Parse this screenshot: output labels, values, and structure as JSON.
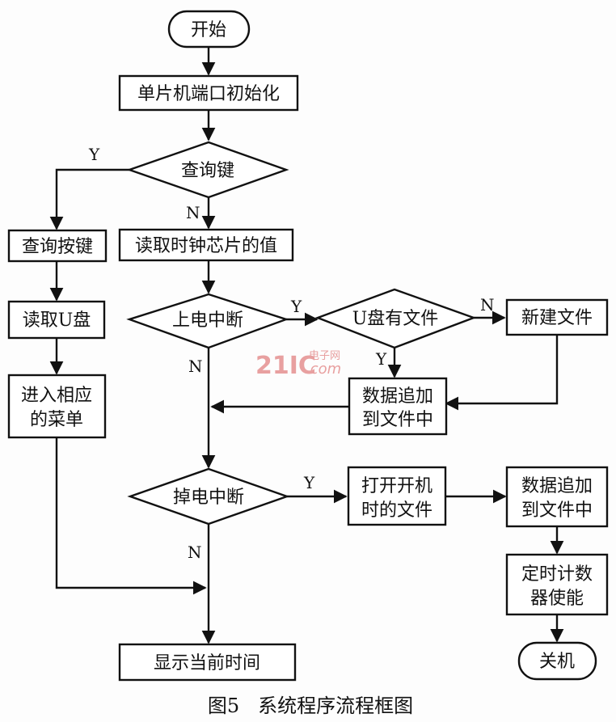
{
  "nodes": {
    "start": "开始",
    "init": "单片机端口初始化",
    "query_key": "查询键",
    "query_button": "查询按键",
    "read_clock": "读取时钟芯片的值",
    "read_u": "读取U盘",
    "power_on": "上电中断",
    "u_has_file": "U盘有文件",
    "new_file": "新建文件",
    "enter_menu_1": "进入相应",
    "enter_menu_2": "的菜单",
    "append1_1": "数据追加",
    "append1_2": "到文件中",
    "power_off": "掉电中断",
    "open_file_1": "打开开机",
    "open_file_2": "时的文件",
    "append2_1": "数据追加",
    "append2_2": "到文件中",
    "timer_1": "定时计数",
    "timer_2": "器使能",
    "show_time": "显示当前时间",
    "shutdown": "关机"
  },
  "labels": {
    "y_query": "Y",
    "n_query": "N",
    "y_power_on": "Y",
    "n_power_on": "N",
    "n_u_file": "N",
    "y_u_file": "Y",
    "y_power_off": "Y",
    "n_power_off": "N"
  },
  "watermark": {
    "brand": "21IC",
    "cn": "电子网",
    "dom": ".com"
  },
  "caption": "图5   系统程序流程框图"
}
